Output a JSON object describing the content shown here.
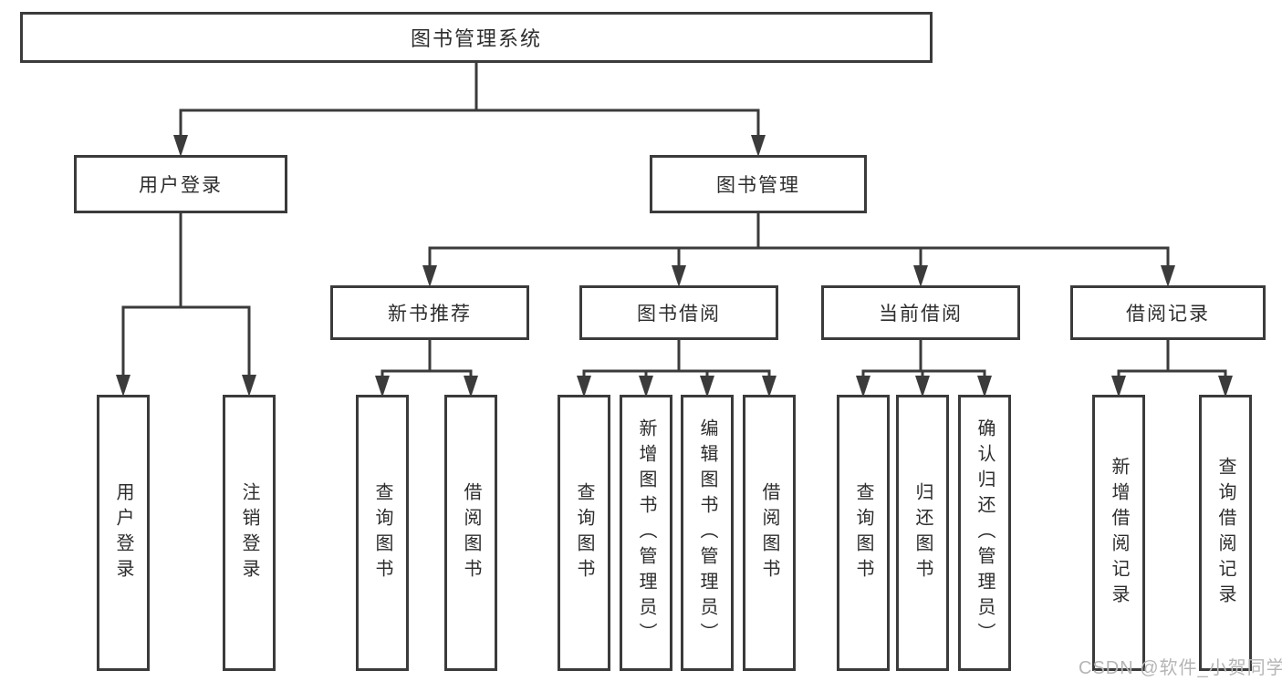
{
  "tree": {
    "label": "图书管理系统",
    "children": [
      {
        "label": "用户登录",
        "children": [
          {
            "label": "用户登录"
          },
          {
            "label": "注销登录"
          }
        ]
      },
      {
        "label": "图书管理",
        "children": [
          {
            "label": "新书推荐",
            "children": [
              {
                "label": "查询图书"
              },
              {
                "label": "借阅图书"
              }
            ]
          },
          {
            "label": "图书借阅",
            "children": [
              {
                "label": "查询图书"
              },
              {
                "label": "新增图书（管理员）"
              },
              {
                "label": "编辑图书（管理员）"
              },
              {
                "label": "借阅图书"
              }
            ]
          },
          {
            "label": "当前借阅",
            "children": [
              {
                "label": "查询图书"
              },
              {
                "label": "归还图书"
              },
              {
                "label": "确认归还（管理员）"
              }
            ]
          },
          {
            "label": "借阅记录",
            "children": [
              {
                "label": "新增借阅记录"
              },
              {
                "label": "查询借阅记录"
              }
            ]
          }
        ]
      }
    ]
  },
  "watermark": "CSDN @软件_小贺同学",
  "colors": {
    "line": "#3b3b3b",
    "text": "#2d2d2d",
    "watermark": "#b5b5b5",
    "background": "#ffffff"
  }
}
